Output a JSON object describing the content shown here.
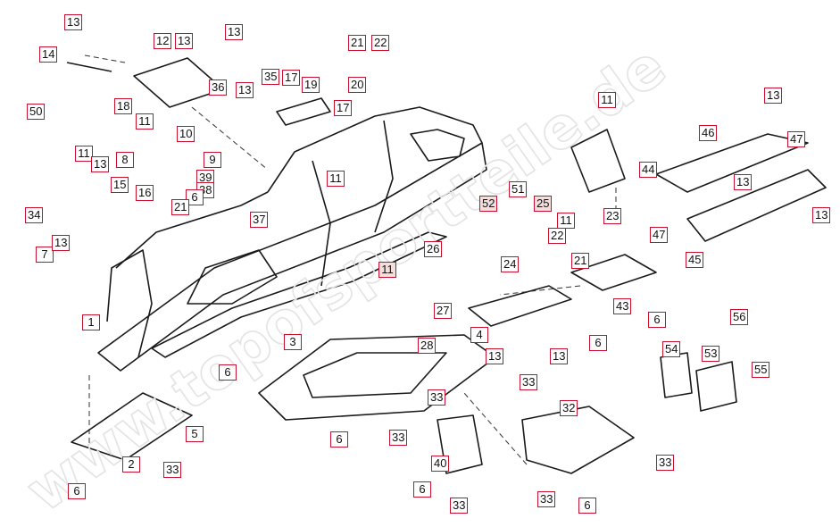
{
  "watermark": "www.topofsportteile.de",
  "callout_color": "#c8102e",
  "callouts": [
    "13",
    "14",
    "12",
    "13",
    "13",
    "21",
    "22",
    "20",
    "50",
    "18",
    "36",
    "13",
    "35",
    "17",
    "19",
    "17",
    "11",
    "10",
    "8",
    "9",
    "11",
    "13",
    "39",
    "38",
    "6",
    "15",
    "16",
    "21",
    "37",
    "11",
    "34",
    "7",
    "13",
    "1",
    "11",
    "13",
    "46",
    "44",
    "13",
    "47",
    "47",
    "45",
    "13",
    "23",
    "51",
    "52",
    "25",
    "11",
    "22",
    "21",
    "26",
    "24",
    "11",
    "27",
    "4",
    "13",
    "43",
    "6",
    "6",
    "33",
    "56",
    "28",
    "13",
    "3",
    "6",
    "33",
    "54",
    "53",
    "55",
    "33",
    "32",
    "5",
    "33",
    "2",
    "6",
    "6",
    "40",
    "33",
    "33",
    "6",
    "33",
    "6"
  ]
}
